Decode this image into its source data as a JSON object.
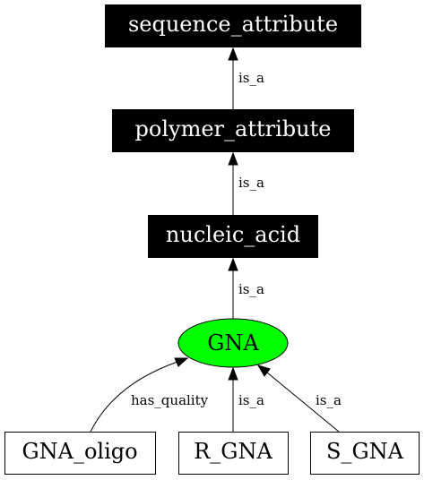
{
  "nodes": {
    "sequence_attribute": "sequence_attribute",
    "polymer_attribute": "polymer_attribute",
    "nucleic_acid": "nucleic_acid",
    "gna": "GNA",
    "gna_oligo": "GNA_oligo",
    "r_gna": "R_GNA",
    "s_gna": "S_GNA"
  },
  "edges": {
    "polymer_to_sequence": "is_a",
    "nucleic_to_polymer": "is_a",
    "gna_to_nucleic": "is_a",
    "oligo_to_gna": "has_quality",
    "r_gna_to_gna": "is_a",
    "s_gna_to_gna": "is_a"
  },
  "colors": {
    "dark_node_fill": "#000000",
    "gna_fill": "#00ff00",
    "light_node_fill": "#ffffff"
  }
}
